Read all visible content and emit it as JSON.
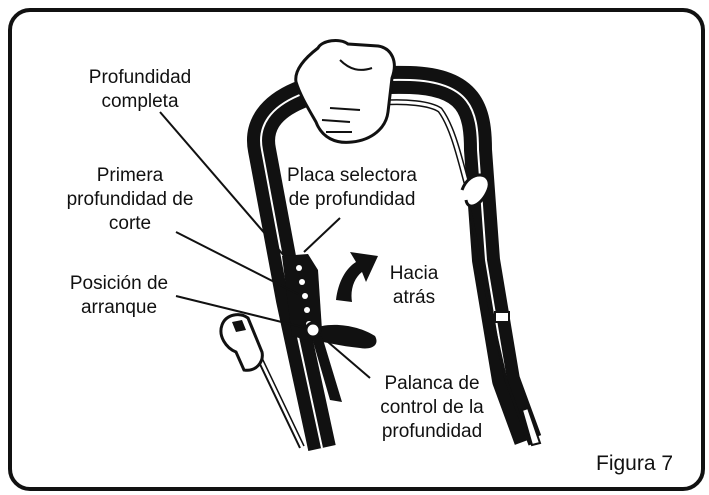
{
  "labels": {
    "full_depth": [
      "Profundidad",
      "completa"
    ],
    "first_depth": [
      "Primera",
      "profundidad de",
      "corte"
    ],
    "start_position": [
      "Posición de",
      "arranque"
    ],
    "selector_plate": [
      "Placa selectora",
      "de profundidad"
    ],
    "backward": [
      "Hacia",
      "atrás"
    ],
    "control_lever": [
      "Palanca de",
      "control de la",
      "profundidad"
    ]
  },
  "figure_number": "Figura 7",
  "colors": {
    "ink": "#111111",
    "background": "#ffffff"
  }
}
